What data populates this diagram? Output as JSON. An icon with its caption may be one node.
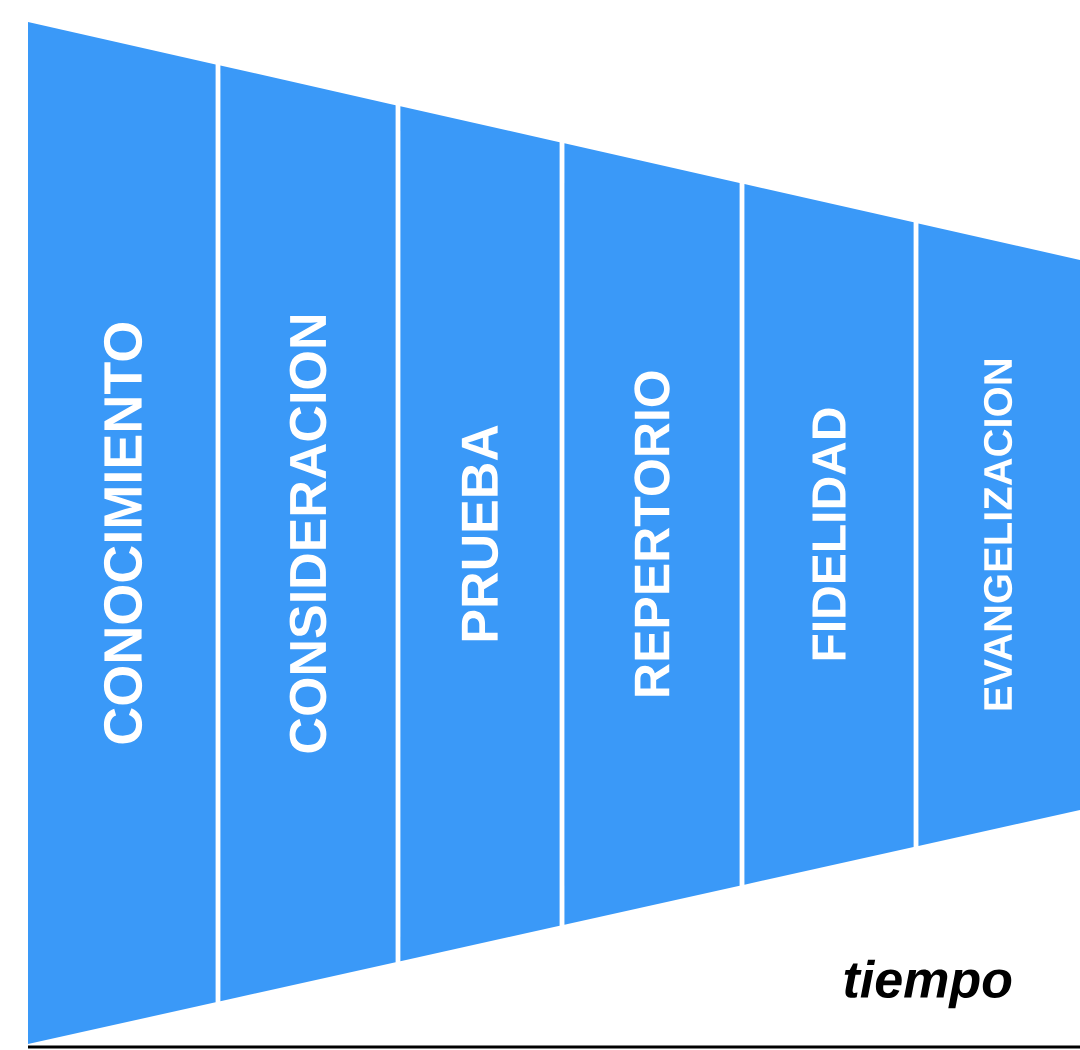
{
  "diagram": {
    "nodes": [
      {
        "text": [
          "CONOCIMIENTO"
        ]
      },
      {
        "text": [
          "CONSIDERACION"
        ]
      },
      {
        "text": [
          "PRUEBA"
        ]
      },
      {
        "text": [
          "REPERTORIO"
        ]
      },
      {
        "text": [
          "FIDELIDAD"
        ]
      },
      {
        "text": [
          "EVANGELIZACION"
        ]
      }
    ],
    "labels": [
      "tiempo"
    ]
  }
}
